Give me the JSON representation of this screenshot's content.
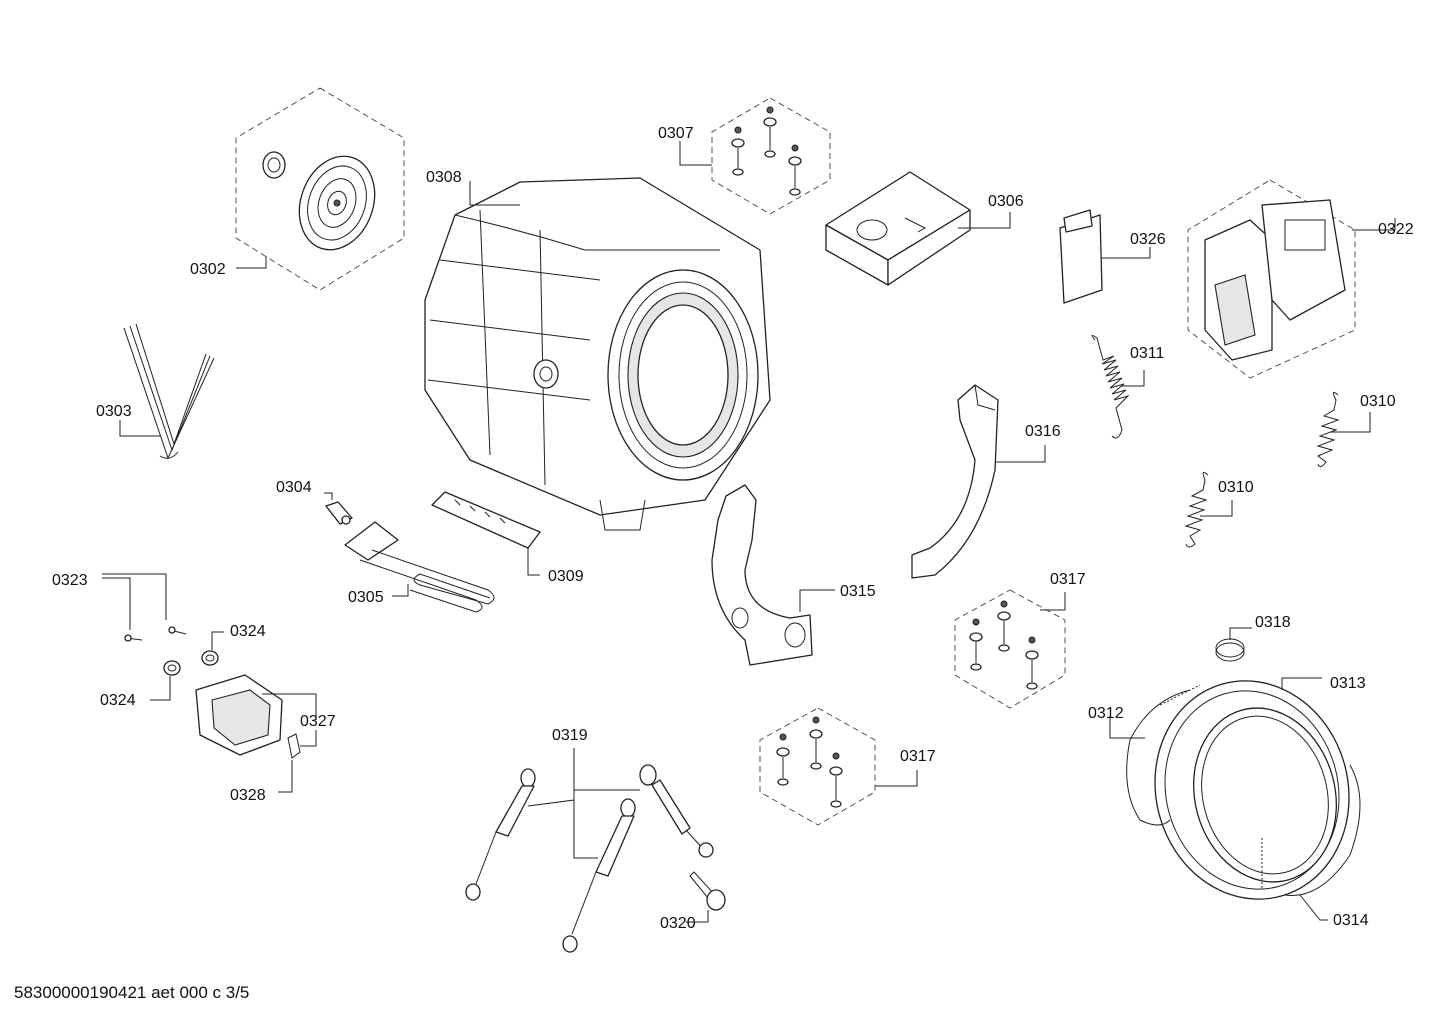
{
  "labels": {
    "l0302": "0302",
    "l0303": "0303",
    "l0304": "0304",
    "l0305": "0305",
    "l0306": "0306",
    "l0307": "0307",
    "l0308": "0308",
    "l0309": "0309",
    "l0310a": "0310",
    "l0310b": "0310",
    "l0311": "0311",
    "l0312": "0312",
    "l0313": "0313",
    "l0314": "0314",
    "l0315": "0315",
    "l0316": "0316",
    "l0317a": "0317",
    "l0317b": "0317",
    "l0318": "0318",
    "l0319": "0319",
    "l0320": "0320",
    "l0322": "0322",
    "l0323": "0323",
    "l0324a": "0324",
    "l0324b": "0324",
    "l0326": "0326",
    "l0327": "0327",
    "l0328": "0328"
  },
  "footer": "58300000190421 aet 000 c 3/5"
}
